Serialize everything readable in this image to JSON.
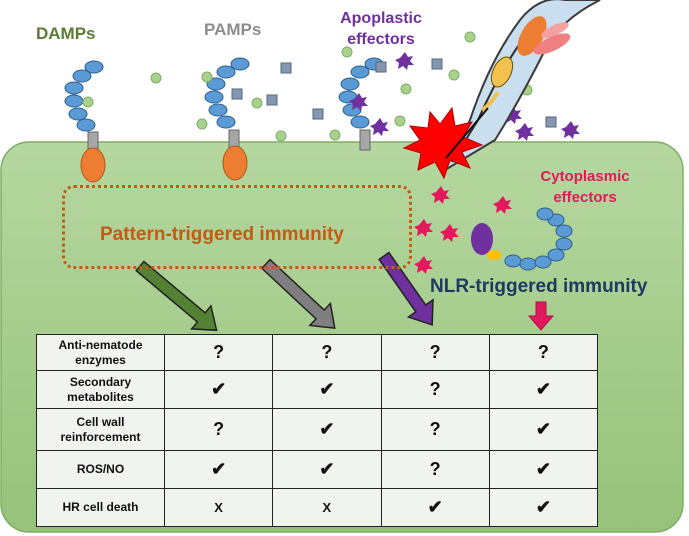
{
  "labels": {
    "damps": "DAMPs",
    "pamps": "PAMPs",
    "apoplastic_line1": "Apoplastic",
    "apoplastic_line2": "effectors",
    "cytoplasmic_line1": "Cytoplasmic",
    "cytoplasmic_line2": "effectors",
    "pti": "Pattern-triggered immunity",
    "nti": "NLR-triggered immunity"
  },
  "colors": {
    "cell_fill": "#a9cf8f",
    "damps": "#5a7d2f",
    "pamps": "#8c8c8c",
    "apoplastic": "#7030a0",
    "cytoplasmic": "#e3195e",
    "pti": "#c55a11",
    "nti": "#1f3864",
    "receptor_blue": "#5b9bd5",
    "receptor_orange": "#ed7d31",
    "arrow_damp": "#548235",
    "arrow_pamp": "#7f7f7f",
    "arrow_apo": "#7030a0",
    "arrow_nti": "#e3195e",
    "burst": "#ff0000"
  },
  "table": {
    "rows": [
      {
        "label_line1": "Anti-nematode",
        "label_line2": "enzymes",
        "cells": [
          "?",
          "?",
          "?",
          "?"
        ]
      },
      {
        "label_line1": "Secondary",
        "label_line2": "metabolites",
        "cells": [
          "✔",
          "✔",
          "?",
          "✔"
        ]
      },
      {
        "label_line1": "Cell wall",
        "label_line2": "reinforcement",
        "cells": [
          "?",
          "✔",
          "?",
          "✔"
        ]
      },
      {
        "label_line1": "ROS/NO",
        "label_line2": "",
        "cells": [
          "✔",
          "✔",
          "?",
          "✔"
        ]
      },
      {
        "label_line1": "HR cell death",
        "label_line2": "",
        "cells": [
          "X",
          "X",
          "✔",
          "✔"
        ]
      }
    ]
  }
}
